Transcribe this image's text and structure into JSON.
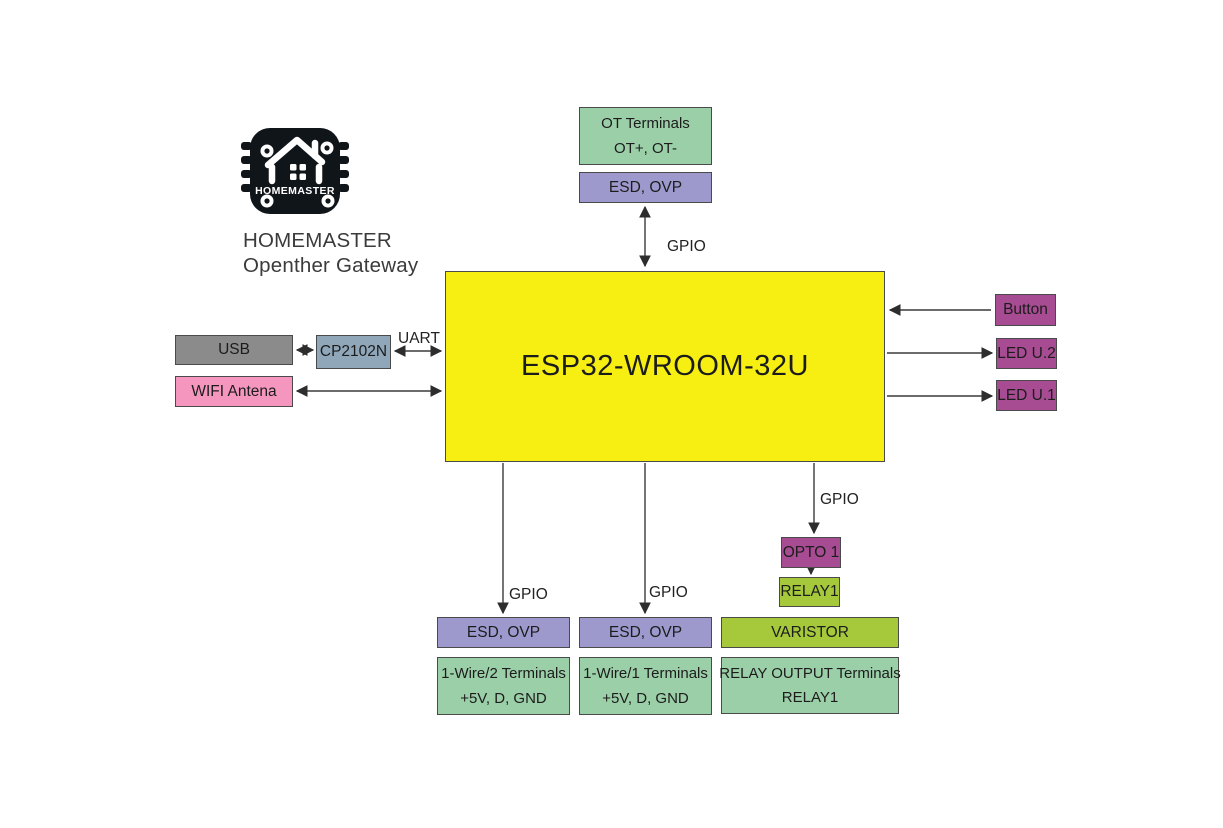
{
  "branding": {
    "logo_label": "HOMEMASTER",
    "title_line1": "HOMEMASTER",
    "title_line2": "Openther Gateway"
  },
  "labels": {
    "uart": "UART",
    "gpio": "GPIO"
  },
  "blocks": {
    "ot_terminals": {
      "line1": "OT Terminals",
      "line2": "OT+, OT-"
    },
    "esd_ovp_top": "ESD, OVP",
    "esp32": "ESP32-WROOM-32U",
    "usb": "USB",
    "cp2102n": "CP2102N",
    "wifi_antena": "WIFI Antena",
    "button": "Button",
    "led_u2": "LED U.2",
    "led_u1": "LED U.1",
    "esd_ovp_left": "ESD, OVP",
    "one_wire_2": {
      "line1": "1-Wire/2 Terminals",
      "line2": "+5V, D, GND"
    },
    "esd_ovp_mid": "ESD, OVP",
    "one_wire_1": {
      "line1": "1-Wire/1 Terminals",
      "line2": "+5V, D, GND"
    },
    "opto1": "OPTO 1",
    "relay1": "RELAY1",
    "varistor": "VARISTOR",
    "relay_output": {
      "line1": "RELAY OUTPUT Terminals",
      "line2": "RELAY1"
    }
  },
  "colors": {
    "terminal_green": "#9bcfa8",
    "protection_purple": "#9d99cd",
    "io_magenta": "#a74c92",
    "mcu_yellow": "#f7ee12",
    "relay_lime": "#a5c93a",
    "antenna_pink": "#f596bf",
    "usb_gray": "#8b8b8b",
    "bridge_steel": "#8fa7b9",
    "connector_line": "#3a3a3a"
  }
}
